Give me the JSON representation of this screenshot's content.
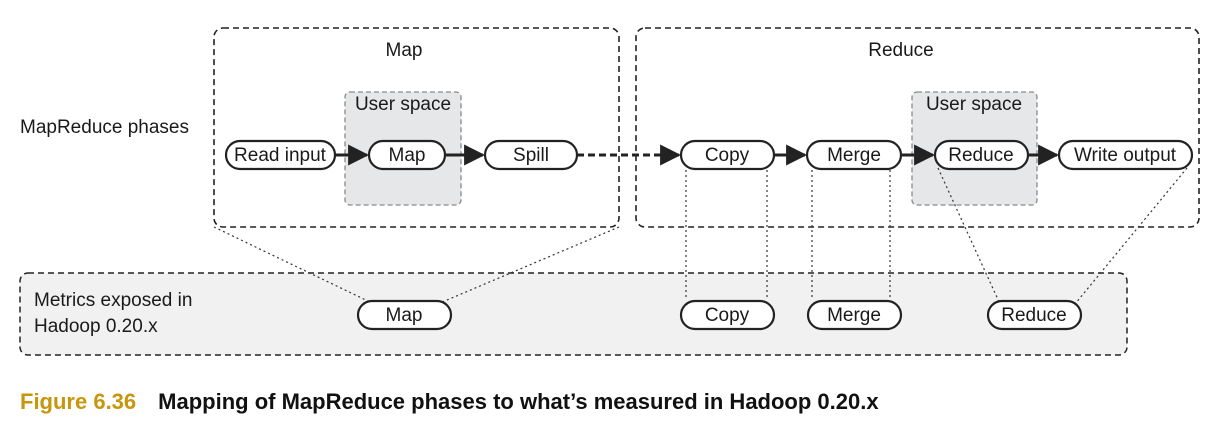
{
  "colors": {
    "caption_accent": "#c8960c",
    "user_space_fill": "#e6e7e8",
    "metrics_fill": "#f1f1f2",
    "stroke": "#222222"
  },
  "labels": {
    "map_group": "Map",
    "reduce_group": "Reduce",
    "user_space_map": "User space",
    "user_space_reduce": "User space",
    "phases": "MapReduce phases",
    "metrics_line1": "Metrics exposed in",
    "metrics_line2": "Hadoop 0.20.x"
  },
  "phases": [
    "Read input",
    "Map",
    "Spill",
    "Copy",
    "Merge",
    "Reduce",
    "Write output"
  ],
  "metrics": [
    "Map",
    "Copy",
    "Merge",
    "Reduce"
  ],
  "caption": {
    "number": "Figure 6.36",
    "text": "Mapping of MapReduce phases to what’s measured in Hadoop 0.20.x"
  }
}
